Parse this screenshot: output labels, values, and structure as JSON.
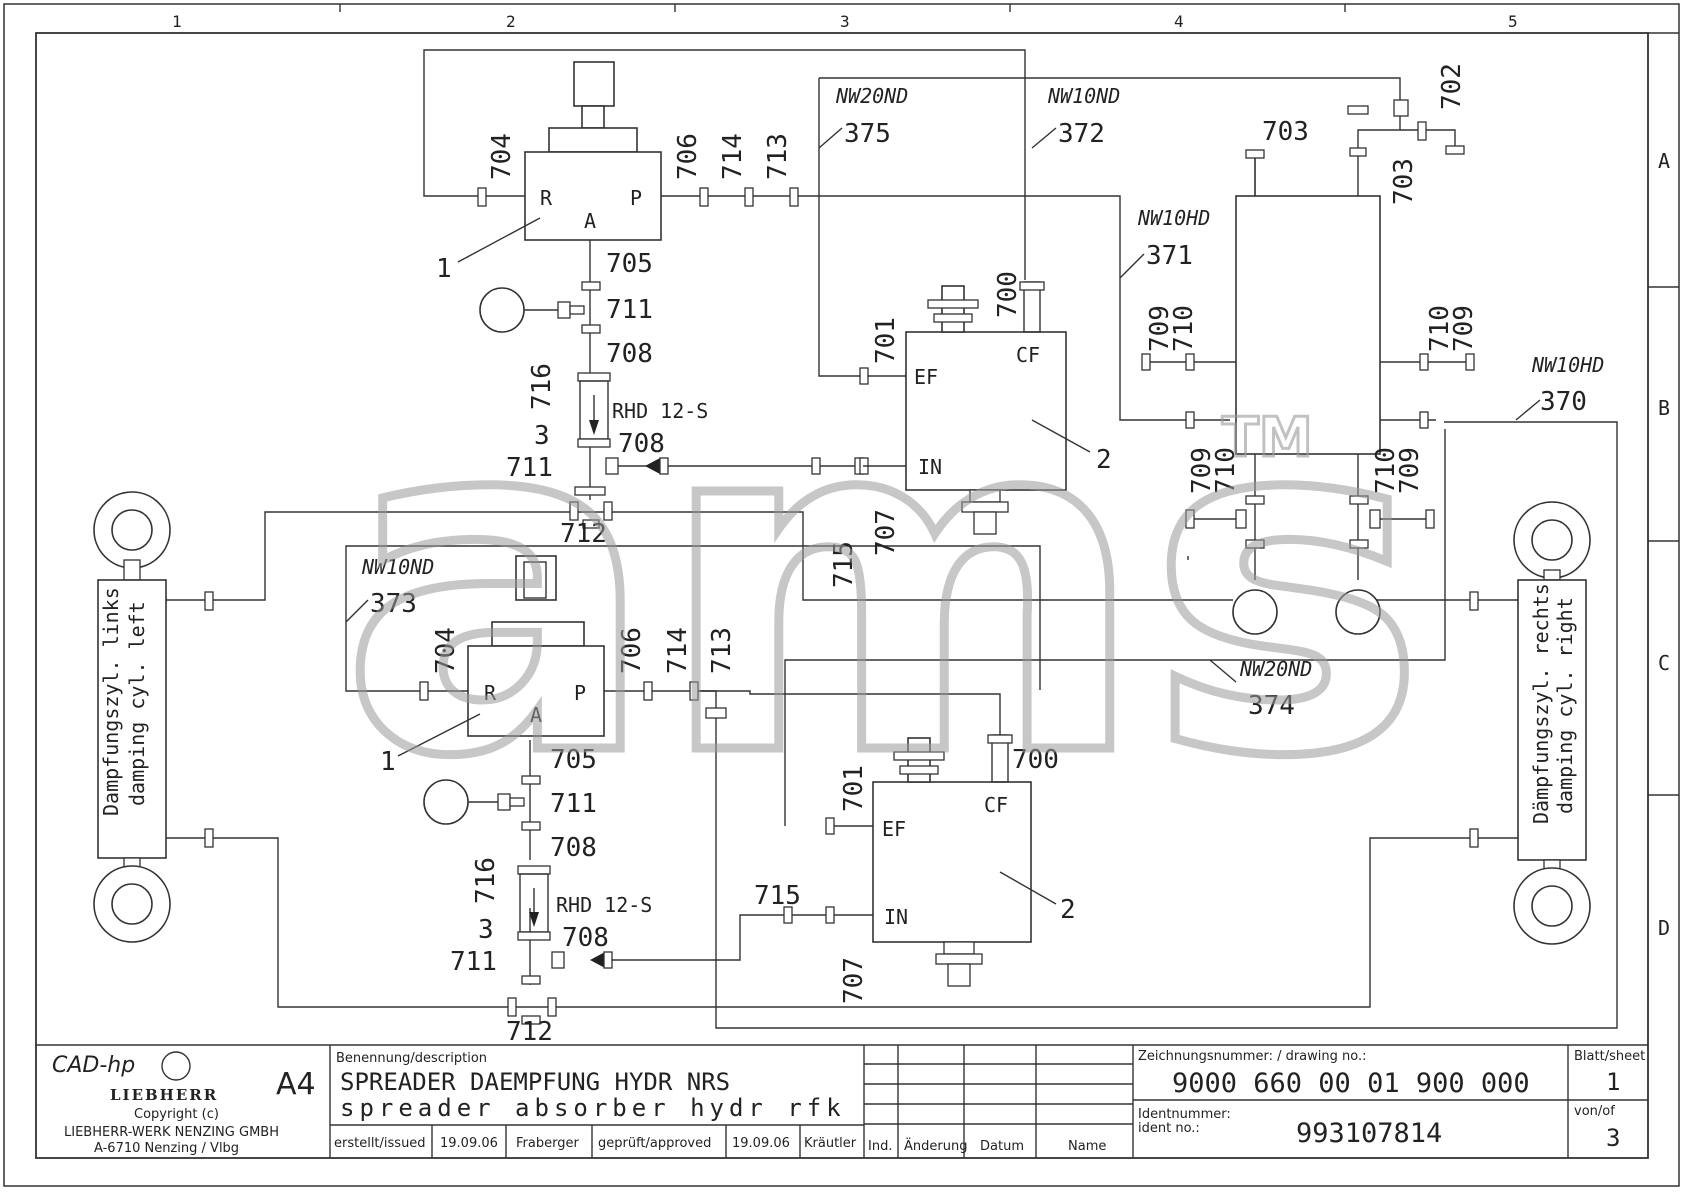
{
  "zones": {
    "columns": [
      "1",
      "2",
      "3",
      "4",
      "5"
    ],
    "rows": [
      "A",
      "B",
      "C",
      "D"
    ]
  },
  "watermark": {
    "text": "ams",
    "trademark": "TM"
  },
  "cylinders": {
    "left_label_de": "Dampfungszyl. links",
    "left_label_en": "damping cyl. left",
    "right_label_de": "Dämpfungszyl. rechts",
    "right_label_en": "damping cyl. right"
  },
  "valves": {
    "upper": {
      "r": "R",
      "a": "A",
      "p": "P",
      "ref": "1"
    },
    "lower": {
      "r": "R",
      "a": "A",
      "p": "P",
      "ref": "1"
    }
  },
  "dampers": {
    "upper": {
      "ef": "EF",
      "cf": "CF",
      "in": "IN",
      "ref": "2"
    },
    "lower": {
      "ef": "EF",
      "cf": "CF",
      "in": "IN",
      "ref": "2"
    }
  },
  "restrictors": {
    "upper": {
      "type": "RHD 12-S",
      "ref": "3"
    },
    "lower": {
      "type": "RHD 12-S",
      "ref": "3"
    }
  },
  "pipes": {
    "p375": {
      "spec": "NW20ND",
      "num": "375"
    },
    "p372": {
      "spec": "NW10ND",
      "num": "372"
    },
    "p371": {
      "spec": "NW10HD",
      "num": "371"
    },
    "p370": {
      "spec": "NW10HD",
      "num": "370"
    },
    "p373": {
      "spec": "NW10ND",
      "num": "373"
    },
    "p374": {
      "spec": "NW20ND",
      "num": "374"
    }
  },
  "fittings": {
    "u704": "704",
    "u706": "706",
    "u714": "714",
    "u713": "713",
    "u705": "705",
    "u711a": "711",
    "u708a": "708",
    "u716": "716",
    "u708b": "708",
    "u711b": "711",
    "u712": "712",
    "u701": "701",
    "u700": "700",
    "u707": "707",
    "u715": "715",
    "b703a": "703",
    "b702": "702",
    "b703b": "703",
    "b709a": "709",
    "b710a": "710",
    "b710b": "710",
    "b709b": "709",
    "b709c": "709",
    "b710c": "710",
    "b710d": "710",
    "b709d": "709",
    "l704": "704",
    "l706": "706",
    "l714": "714",
    "l713": "713",
    "l705": "705",
    "l711a": "711",
    "l708a": "708",
    "l716": "716",
    "l708b": "708",
    "l711b": "711",
    "l712": "712",
    "l701": "701",
    "l700": "700",
    "l715": "715",
    "l707": "707"
  },
  "title_block": {
    "cad": "CAD-hp",
    "brand": "LIEBHERR",
    "format": "A4",
    "copyright": "Copyright (c)",
    "company": "LIEBHERR-WERK NENZING GMBH",
    "address": "A-6710 Nenzing / Vlbg",
    "description_label": "Benennung/description",
    "description_de": "SPREADER DAEMPFUNG HYDR NRS",
    "description_en": "spreader absorber hydr rfk",
    "issued_label": "erstellt/issued",
    "issued_date": "19.09.06",
    "issued_by": "Fraberger",
    "approved_label": "geprüft/approved",
    "approved_date": "19.09.06",
    "approved_by": "Kräutler",
    "rev_ind": "Ind.",
    "rev_change": "Änderung",
    "rev_date": "Datum",
    "rev_name": "Name",
    "drawing_no_label": "Zeichnungsnummer: / drawing no.:",
    "drawing_no": "9000 660 00 01 900 000",
    "ident_label_de": "Identnummer:",
    "ident_label_en": "ident no.:",
    "ident_no": "993107814",
    "sheet_label": "Blatt/sheet",
    "sheet": "1",
    "of_label": "von/of",
    "of": "3"
  }
}
